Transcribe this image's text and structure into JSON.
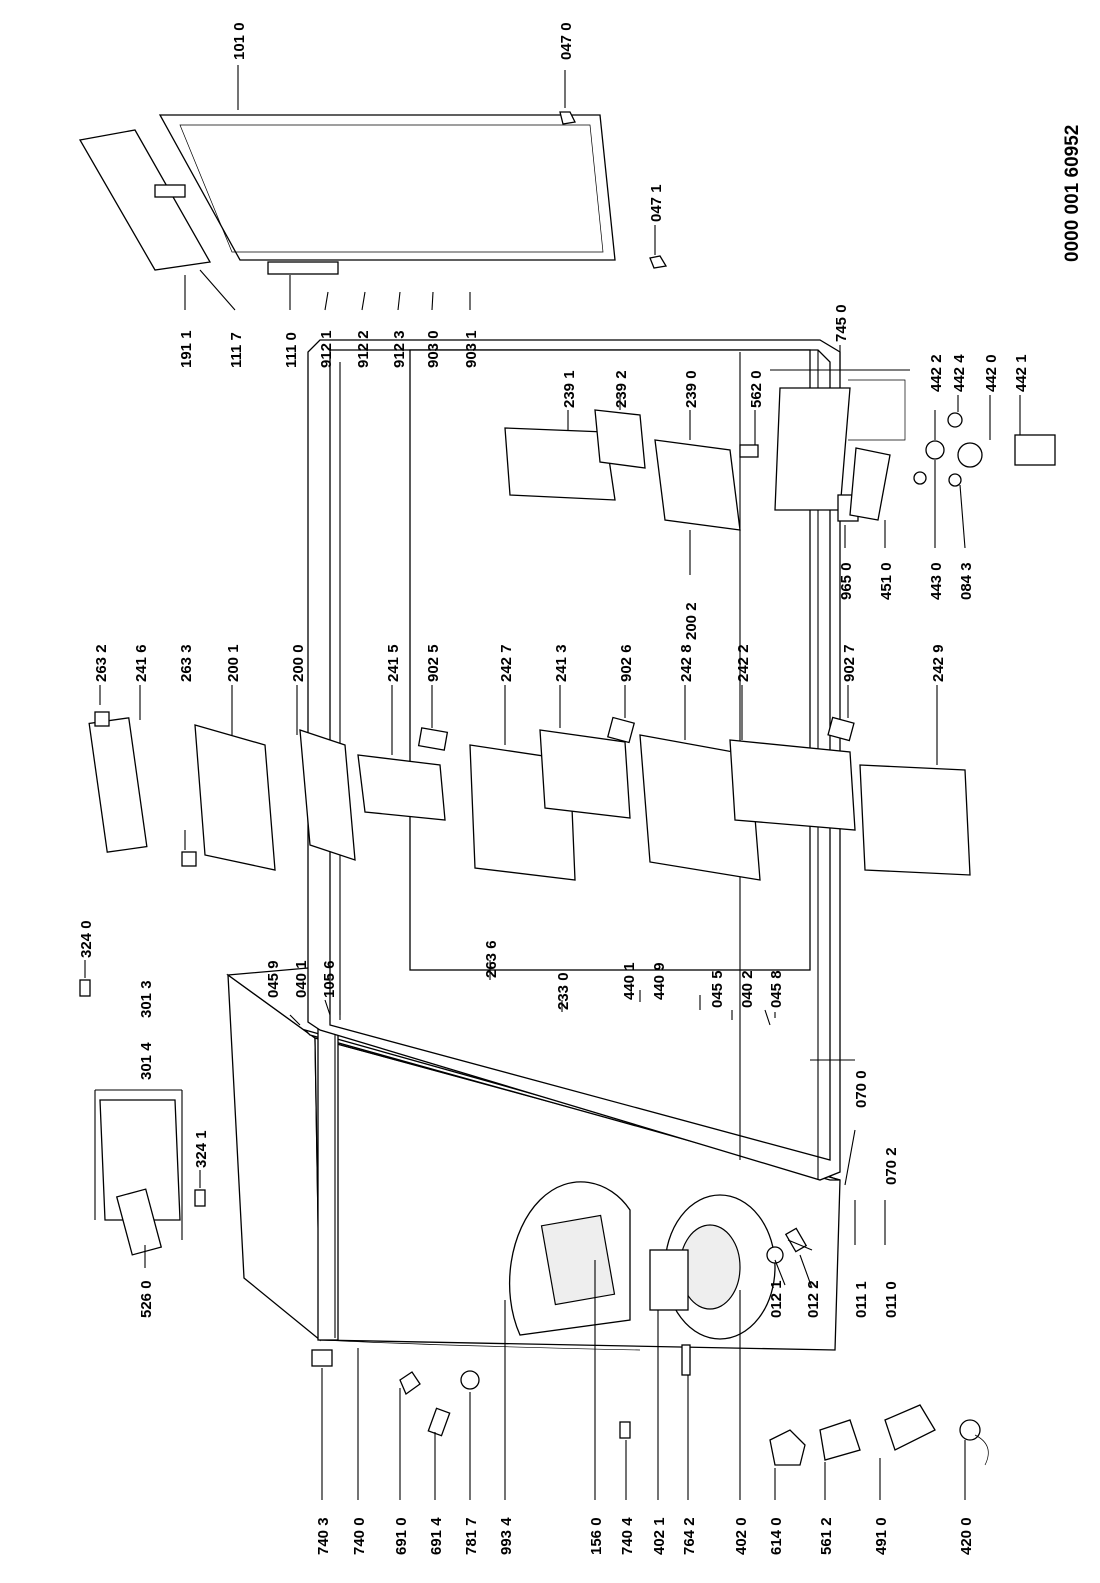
{
  "document_code": "0000 001 60952",
  "part_labels": [
    "740 3",
    "740 0",
    "691 0",
    "691 4",
    "781 7",
    "993 4",
    "156 0",
    "740 4",
    "402 1",
    "764 2",
    "402 0",
    "614 0",
    "561 2",
    "491 0",
    "420 0",
    "526 0",
    "324 0",
    "301 3",
    "301 4",
    "324 1",
    "045 9",
    "040 1",
    "105 6",
    "263 6",
    "233 0",
    "440 1",
    "440 9",
    "045 5",
    "040 2",
    "045 8",
    "070 0",
    "070 2",
    "011 1",
    "011 0",
    "012 1",
    "012 2",
    "263 2",
    "241 6",
    "263 3",
    "200 1",
    "200 0",
    "241 5",
    "902 5",
    "242 7",
    "241 3",
    "902 6",
    "242 8",
    "242 2",
    "902 7",
    "242 9",
    "239 1",
    "239 2",
    "239 0",
    "562 0",
    "200 2",
    "745 0",
    "442 2",
    "442 4",
    "442 0",
    "442 1",
    "965 0",
    "451 0",
    "443 0",
    "084 3",
    "101 0",
    "047 0",
    "047 1",
    "191 1",
    "111 7",
    "111 0",
    "912 1",
    "912 2",
    "912 3",
    "903 0",
    "903 1"
  ]
}
